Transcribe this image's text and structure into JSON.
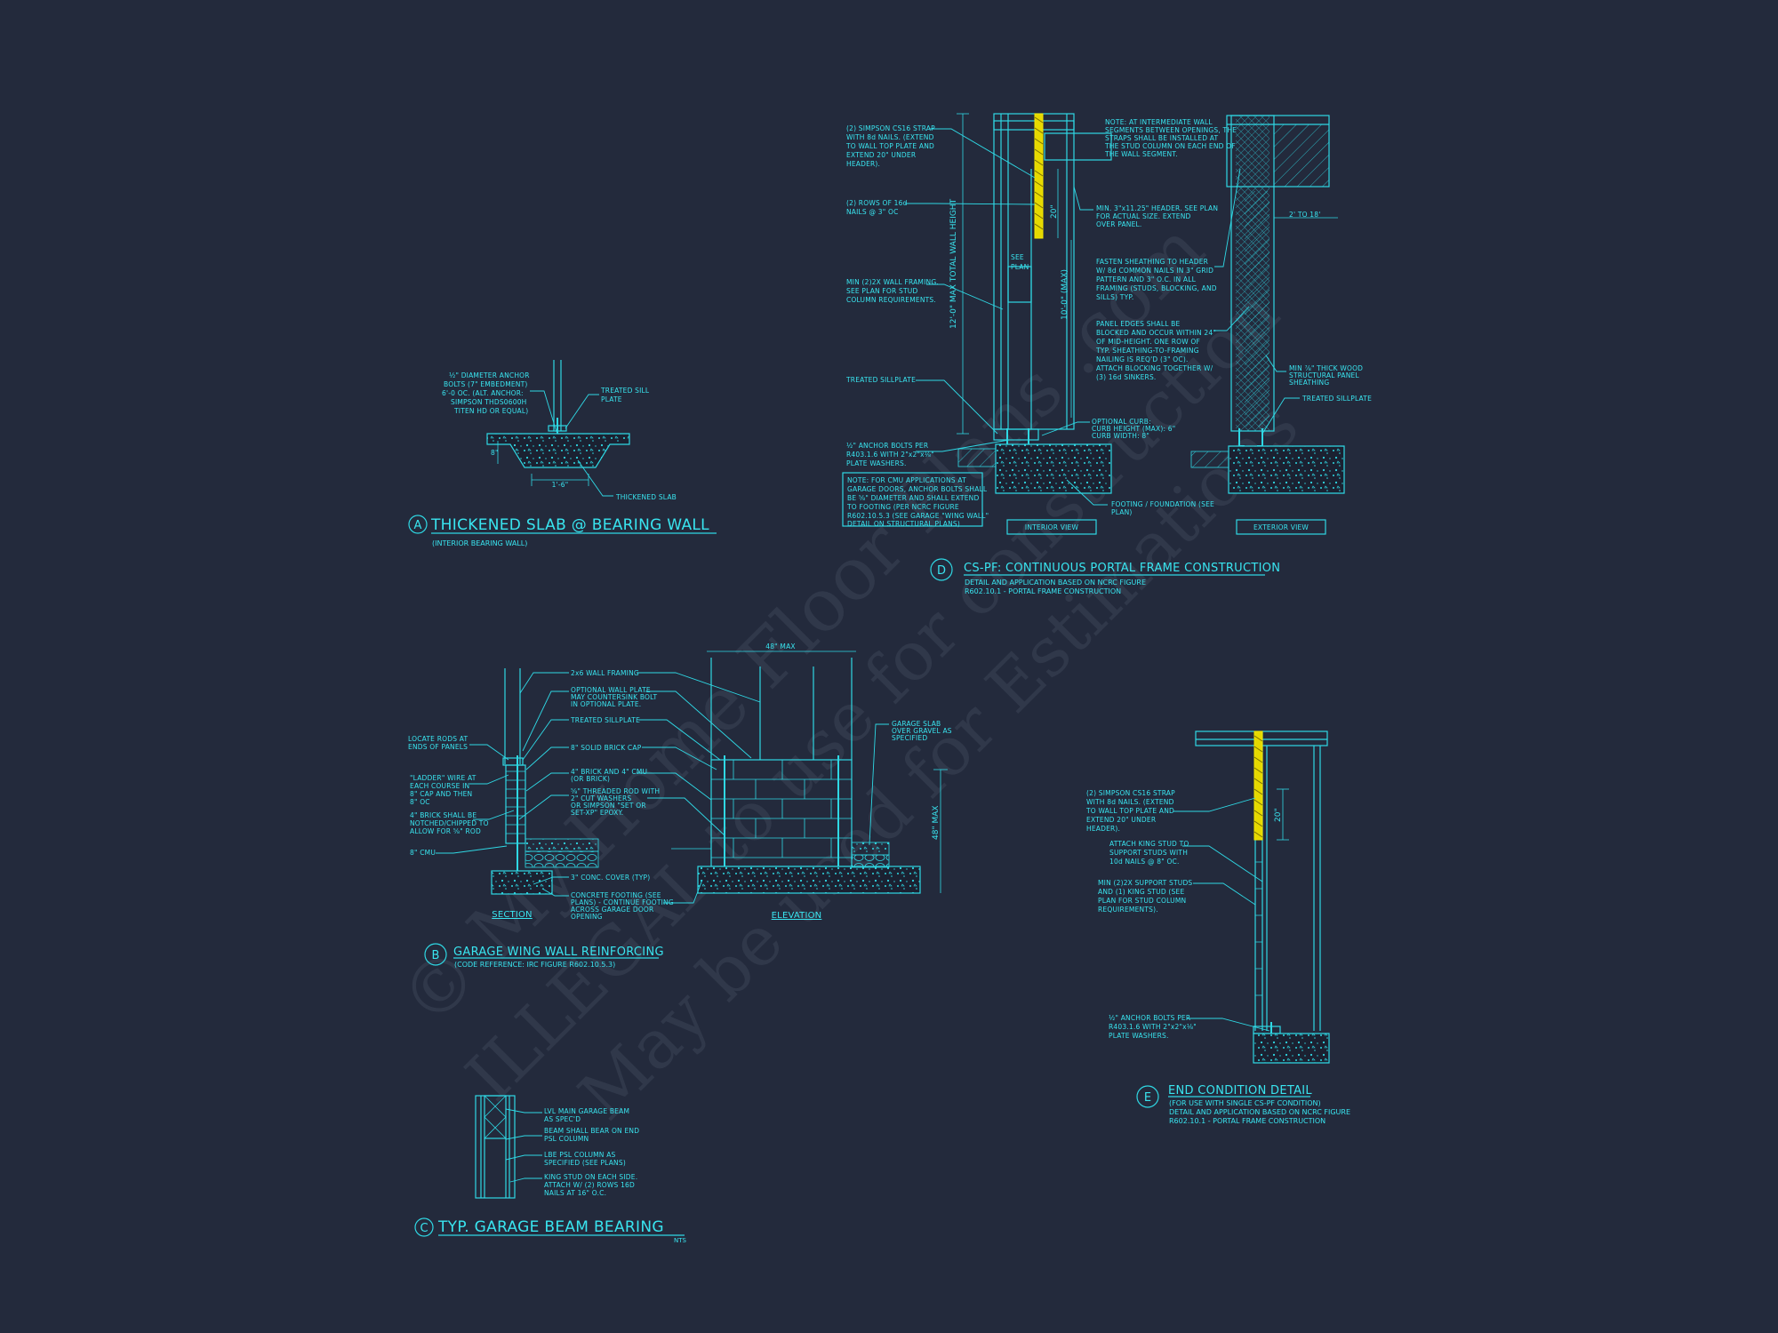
{
  "watermark": {
    "line1": "© My Home Floor Plans .com",
    "line2": "ILLEGAL to use for construction",
    "line3": "May be used for Estimations"
  },
  "colors": {
    "background": "#232a3c",
    "linework": "#2fd8e4",
    "strap_highlight": "#f2e600",
    "watermark": "#bfc8dc"
  },
  "detail_a": {
    "bubble": "A",
    "title": "THICKENED SLAB @ BEARING WALL",
    "subtitle": "(INTERIOR BEARING WALL)",
    "notes": {
      "anchor_1": "½\" DIAMETER ANCHOR",
      "anchor_2": "BOLTS (7\" EMBEDMENT)",
      "anchor_3": "6'-0 OC. (ALT. ANCHOR:",
      "anchor_4": "SIMPSON THDS0600H",
      "anchor_5": "TITEN HD OR EQUAL)",
      "sill_1": "TREATED SILL",
      "sill_2": "PLATE",
      "slab": "THICKENED SLAB",
      "dim_width": "1'-6\"",
      "dim_depth": "8\""
    }
  },
  "detail_b": {
    "bubble": "B",
    "title": "GARAGE WING WALL REINFORCING",
    "subtitle": "(CODE REFERENCE: IRC FIGURE R602.10.5.3)",
    "section_label": "SECTION",
    "elevation_label": "ELEVATION",
    "dim_top": "48\" MAX",
    "dim_side": "48\" MAX",
    "notes": {
      "n1": "2x6 WALL FRAMING",
      "n2a": "OPTIONAL WALL PLATE",
      "n2b": "MAY COUNTERSINK BOLT",
      "n2c": "IN OPTIONAL PLATE.",
      "n3": "TREATED SILLPLATE",
      "n4": "8\" SOLID BRICK CAP",
      "n5a": "4\" BRICK AND 4\" CMU",
      "n5b": "(OR BRICK)",
      "n6a": "⅝\" THREADED ROD WITH",
      "n6b": "2\" CUT WASHERS",
      "n6c": "OR SIMPSON \"SET OR",
      "n6d": "SET-XP\" EPOXY.",
      "n7": "3\" CONC. COVER (TYP)",
      "n8a": "CONCRETE FOOTING (SEE",
      "n8b": "PLANS) - CONTINUE FOOTING",
      "n8c": "ACROSS GARAGE DOOR",
      "n8d": "OPENING",
      "l1a": "LOCATE RODS AT",
      "l1b": "ENDS OF PANELS",
      "l2a": "\"LADDER\" WIRE AT",
      "l2b": "EACH COURSE IN",
      "l2c": "8\" CAP AND THEN",
      "l2d": "8\" OC",
      "l3a": "4\" BRICK SHALL BE",
      "l3b": "NOTCHED/CHIPPED TO",
      "l3c": "ALLOW FOR ⅝\" ROD",
      "l4": "8\" CMU",
      "g1a": "GARAGE SLAB",
      "g1b": "OVER GRAVEL AS",
      "g1c": "SPECIFIED"
    }
  },
  "detail_c": {
    "bubble": "C",
    "title": "TYP. GARAGE BEAM BEARING",
    "subtitle": "NTS",
    "notes": {
      "c1a": "LVL MAIN GARAGE BEAM",
      "c1b": "AS SPEC'D",
      "c2a": "BEAM SHALL BEAR ON END",
      "c2b": "PSL COLUMN",
      "c3a": "LBE PSL COLUMN AS",
      "c3b": "SPECIFIED (SEE PLANS)",
      "c4a": "KING STUD ON EACH SIDE.",
      "c4b": "ATTACH W/ (2) ROWS 16D",
      "c4c": "NAILS AT 16\" O.C."
    }
  },
  "detail_d": {
    "bubble": "D",
    "title": "CS-PF: CONTINUOUS PORTAL FRAME CONSTRUCTION",
    "subtitle1": "DETAIL AND APPLICATION BASED ON NCRC FIGURE",
    "subtitle2": "R602.10.1 - PORTAL FRAME CONSTRUCTION",
    "interior_view": "INTERIOR VIEW",
    "exterior_view": "EXTERIOR VIEW",
    "dim_total": "12'-0\" MAX TOTAL WALL HEIGHT",
    "dim_header": "10'-0\" (MAX)",
    "dim_strap": "20\"",
    "dim_span": "2' TO 18'",
    "see_plan_1": "SEE",
    "see_plan_2": "PLAN",
    "left": {
      "a1": "(2) SIMPSON CS16 STRAP",
      "a2": "WITH 8d NAILS. (EXTEND",
      "a3": "TO WALL TOP PLATE AND",
      "a4": "EXTEND 20\" UNDER",
      "a5": "HEADER).",
      "b1": "(2) ROWS OF 16d",
      "b2": "NAILS @ 3\" OC",
      "c1": "MIN (2)2X WALL FRAMING.",
      "c2": "SEE PLAN FOR STUD",
      "c3": "COLUMN REQUIREMENTS.",
      "d1": "TREATED SILLPLATE",
      "e1": "½\" ANCHOR BOLTS PER",
      "e2": "R403.1.6 WITH 2\"x2\"x⅛\"",
      "e3": "PLATE WASHERS.",
      "f1": "NOTE: FOR CMU APPLICATIONS AT",
      "f2": "GARAGE DOORS, ANCHOR BOLTS SHALL",
      "f3": "BE ⅝\" DIAMETER AND SHALL EXTEND",
      "f4": "TO FOOTING (PER NCRC FIGURE",
      "f5": "R602.10.5.3 (SEE GARAGE \"WING WALL\"",
      "f6": "DETAIL ON STRUCTURAL PLANS)"
    },
    "right": {
      "a1": "NOTE: AT INTERMEDIATE WALL",
      "a2": "SEGMENTS BETWEEN OPENINGS, THE",
      "a3": "STRAPS SHALL BE INSTALLED AT",
      "a4": "THE STUD COLUMN ON EACH END OF",
      "a5": "THE WALL SEGMENT.",
      "b1": "MIN. 3\"x11.25\" HEADER. SEE PLAN",
      "b2": "FOR ACTUAL SIZE. EXTEND",
      "b3": "OVER PANEL.",
      "c1": "FASTEN SHEATHING TO HEADER",
      "c2": "W/ 8d COMMON NAILS IN 3\" GRID",
      "c3": "PATTERN AND 3\" O.C. IN ALL",
      "c4": "FRAMING (STUDS, BLOCKING, AND",
      "c5": "SILLS) TYP.",
      "d1": "PANEL EDGES SHALL BE",
      "d2": "BLOCKED AND OCCUR WITHIN 24\"",
      "d3": "OF MID-HEIGHT. ONE ROW OF",
      "d4": "TYP. SHEATHING-TO-FRAMING",
      "d5": "NAILING IS REQ'D (3\" OC).",
      "d6": "ATTACH BLOCKING TOGETHER W/",
      "d7": "(3) 16d SINKERS.",
      "e1": "OPTIONAL CURB:",
      "e2": "CURB HEIGHT (MAX): 6\"",
      "e3": "CURB WIDTH: 8\"",
      "f1": "FOOTING / FOUNDATION (SEE",
      "f2": "PLAN)",
      "g1": "MIN ⅞\" THICK WOOD",
      "g2": "STRUCTURAL PANEL",
      "g3": "SHEATHING",
      "h1": "TREATED SILLPLATE"
    }
  },
  "detail_e": {
    "bubble": "E",
    "title": "END CONDITION DETAIL",
    "subtitle1": "(FOR USE WITH SINGLE CS-PF CONDITION)",
    "subtitle2": "DETAIL AND APPLICATION BASED ON NCRC FIGURE",
    "subtitle3": "R602.10.1 - PORTAL FRAME CONSTRUCTION",
    "dim_strap": "20\"",
    "notes": {
      "a1": "(2) SIMPSON CS16 STRAP",
      "a2": "WITH 8d NAILS. (EXTEND",
      "a3": "TO WALL TOP PLATE AND",
      "a4": "EXTEND 20\" UNDER",
      "a5": "HEADER).",
      "b1": "ATTACH KING STUD TO",
      "b2": "SUPPORT STUDS WITH",
      "b3": "10d NAILS @ 8\" OC.",
      "c1": "MIN (2)2X SUPPORT STUDS",
      "c2": "AND (1) KING STUD (SEE",
      "c3": "PLAN FOR STUD COLUMN",
      "c4": "REQUIREMENTS).",
      "d1": "½\" ANCHOR BOLTS PER",
      "d2": "R403.1.6 WITH 2\"x2\"x⅛\"",
      "d3": "PLATE WASHERS."
    }
  }
}
